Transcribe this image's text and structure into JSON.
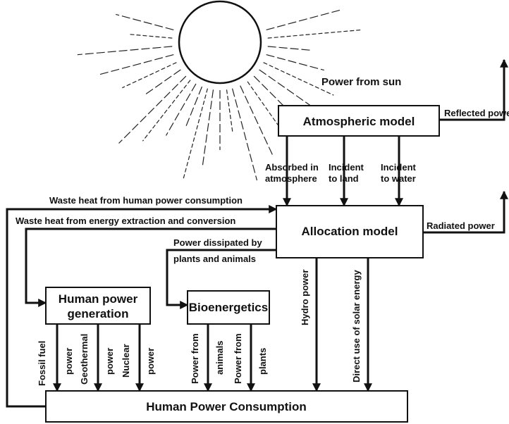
{
  "title_label": "Power from sun",
  "boxes": {
    "atmospheric": "Atmospheric model",
    "allocation": "Allocation model",
    "human_generation": [
      "Human power",
      "generation"
    ],
    "bioenergetics": "Bioenergetics",
    "consumption": "Human Power Consumption"
  },
  "flows": {
    "reflected": "Reflected power",
    "radiated": "Radiated power",
    "absorbed": [
      "Absorbed in",
      "atmosphere"
    ],
    "incident_land": [
      "Incident",
      "to land"
    ],
    "incident_water": [
      "Incident",
      "to water"
    ],
    "waste_consumption": "Waste heat from human power consumption",
    "waste_extraction": "Waste heat from energy extraction and conversion",
    "dissipated": [
      "Power dissipated by",
      "plants and animals"
    ],
    "fossil": [
      "Fossil fuel",
      "power"
    ],
    "geothermal": [
      "Geothermal",
      "power"
    ],
    "nuclear": [
      "Nuclear",
      "power"
    ],
    "animals": [
      "Power from",
      "animals"
    ],
    "plants": [
      "Power from",
      "plants"
    ],
    "hydro": "Hydro power",
    "solar": "Direct use of solar energy"
  }
}
